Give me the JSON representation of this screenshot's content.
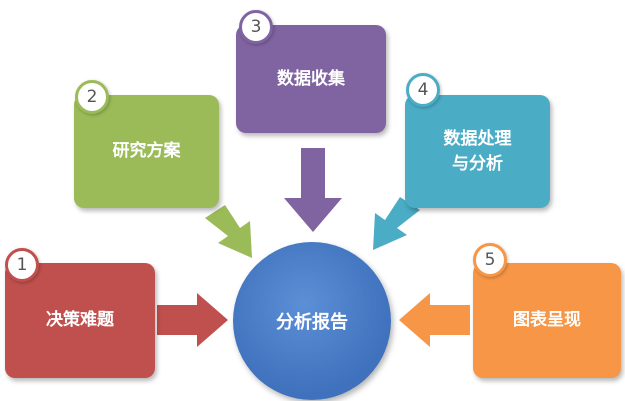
{
  "center": {
    "label": "分析报告",
    "color": "#4a7cc7"
  },
  "steps": [
    {
      "number": "1",
      "label": "决策难题",
      "color": "#c0504d"
    },
    {
      "number": "2",
      "label": "研究方案",
      "color": "#9bbb59"
    },
    {
      "number": "3",
      "label": "数据收集",
      "color": "#8064a2"
    },
    {
      "number": "4",
      "label": "数据处理\n与分析",
      "color": "#4bacc6"
    },
    {
      "number": "5",
      "label": "图表呈现",
      "color": "#f79646"
    }
  ]
}
